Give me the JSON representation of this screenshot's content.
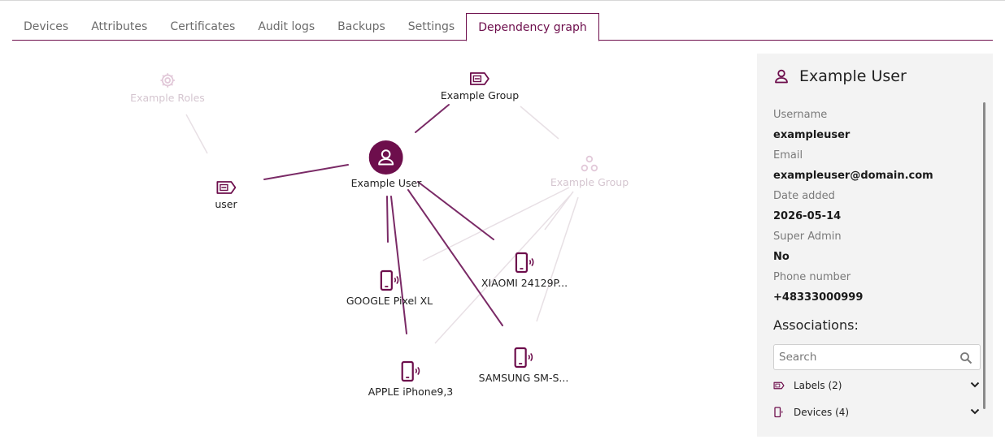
{
  "tabs": [
    {
      "label": "Devices"
    },
    {
      "label": "Attributes"
    },
    {
      "label": "Certificates"
    },
    {
      "label": "Audit logs"
    },
    {
      "label": "Backups"
    },
    {
      "label": "Settings"
    },
    {
      "label": "Dependency graph"
    }
  ],
  "active_tab": "Dependency graph",
  "colors": {
    "accent": "#6d0e4c",
    "edge": "#7a2a66",
    "faded": "#e2d3dd",
    "panel_bg": "#f3f3f3"
  },
  "graph": {
    "center_node": {
      "label": "Example User",
      "icon": "user-icon"
    },
    "nodes": {
      "roles": {
        "label": "Example Roles",
        "icon": "gear-icon"
      },
      "group_top": {
        "label": "Example Group",
        "icon": "label-tag-icon"
      },
      "group_right": {
        "label": "Example Group",
        "icon": "group-icon"
      },
      "user_label": {
        "label": "user",
        "icon": "label-tag-icon"
      },
      "google": {
        "label": "GOOGLE Pixel XL",
        "icon": "phone-icon"
      },
      "xiaomi": {
        "label": "XIAOMI 24129P...",
        "icon": "phone-icon"
      },
      "apple": {
        "label": "APPLE iPhone9,3",
        "icon": "phone-icon"
      },
      "samsung": {
        "label": "SAMSUNG SM-S...",
        "icon": "phone-icon"
      }
    }
  },
  "details": {
    "title": "Example User",
    "fields": [
      {
        "label": "Username",
        "value": "exampleuser"
      },
      {
        "label": "Email",
        "value": "exampleuser@domain.com"
      },
      {
        "label": "Date added",
        "value": "2026-05-14"
      },
      {
        "label": "Super Admin",
        "value": "No"
      },
      {
        "label": "Phone number",
        "value": "+48333000999"
      }
    ],
    "associations_title": "Associations:",
    "search_placeholder": "Search",
    "associations": [
      {
        "label": "Labels (2)",
        "icon": "label-tag-icon"
      },
      {
        "label": "Devices (4)",
        "icon": "phone-icon"
      }
    ]
  }
}
